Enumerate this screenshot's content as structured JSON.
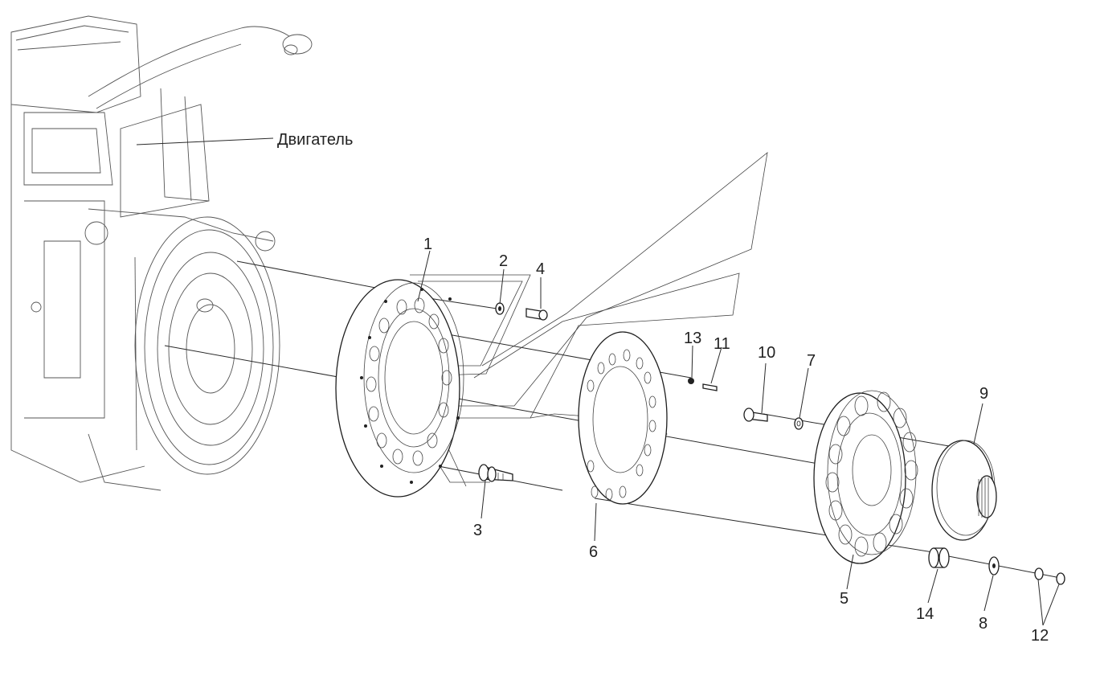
{
  "engine_label": "Двигатель",
  "callouts": [
    {
      "id": "c1",
      "text": "1"
    },
    {
      "id": "c2",
      "text": "2"
    },
    {
      "id": "c3",
      "text": "3"
    },
    {
      "id": "c4",
      "text": "4"
    },
    {
      "id": "c5",
      "text": "5"
    },
    {
      "id": "c6",
      "text": "6"
    },
    {
      "id": "c7",
      "text": "7"
    },
    {
      "id": "c8",
      "text": "8"
    },
    {
      "id": "c9",
      "text": "9"
    },
    {
      "id": "c10",
      "text": "10"
    },
    {
      "id": "c11",
      "text": "11"
    },
    {
      "id": "c12",
      "text": "12"
    },
    {
      "id": "c13",
      "text": "13"
    },
    {
      "id": "c14",
      "text": "14"
    }
  ]
}
